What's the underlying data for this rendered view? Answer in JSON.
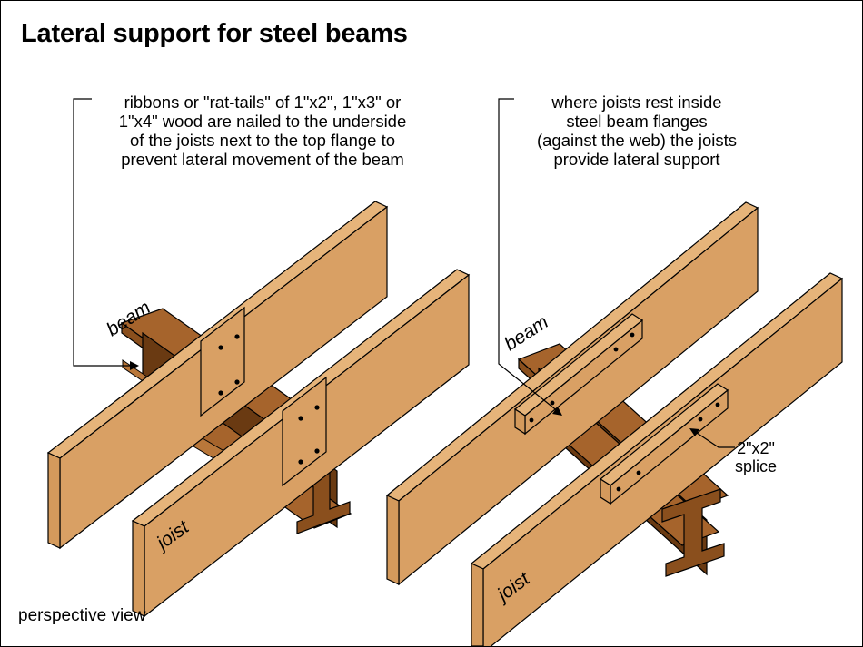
{
  "title": "Lateral support for steel beams",
  "left_callout": {
    "lines": [
      "ribbons or \"rat-tails\" of 1\"x2\", 1\"x3\" or",
      "1\"x4\" wood are nailed to the underside",
      "of the joists next to the top flange to",
      "prevent lateral movement of the beam"
    ]
  },
  "right_callout": {
    "lines": [
      "where joists rest inside",
      "steel beam flanges",
      "(against the web) the joists",
      "provide lateral support"
    ]
  },
  "labels": {
    "beam_left": "beam",
    "beam_right": "beam",
    "joist_left": "joist",
    "joist_right": "joist",
    "splice": [
      "2\"x2\"",
      "splice"
    ]
  },
  "footer": "perspective  view",
  "colors": {
    "wood_face": "#d9a064",
    "wood_top": "#e6b47a",
    "wood_end": "#d49a5c",
    "wood_dark": "#b9773a",
    "steel_face": "#8a4f1d",
    "steel_top": "#a6642c",
    "steel_dark": "#6a3a12",
    "line": "#000000"
  }
}
